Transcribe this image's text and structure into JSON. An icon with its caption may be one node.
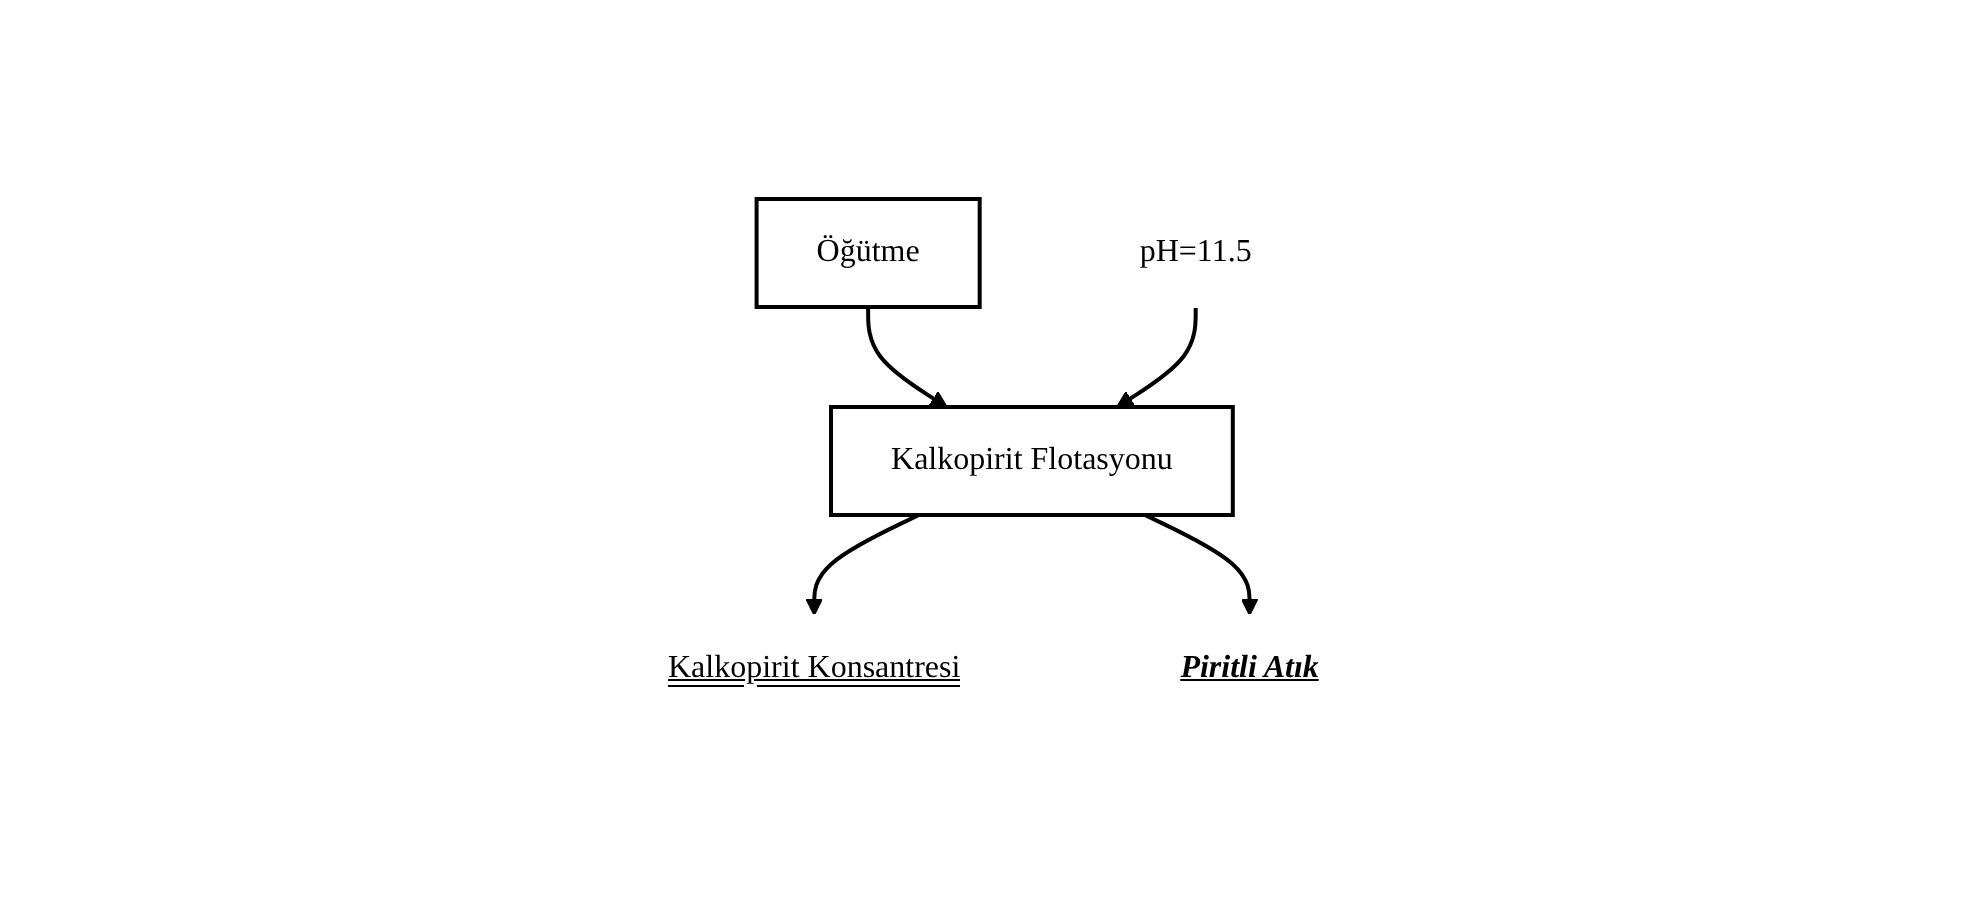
{
  "diagram": {
    "nodes": [
      {
        "text": [
          "Öğütme"
        ]
      },
      {
        "text": [
          "Kalkopirit Flotasyonu"
        ]
      },
      {
        "text": [
          "pH=11.5"
        ]
      },
      {
        "text": [
          "Kalkopirit Konsantresi"
        ]
      },
      {
        "text": [
          "Piritli Atık"
        ]
      }
    ],
    "edges": [
      {
        "from": 0,
        "to": 1,
        "arrow": "to"
      },
      {
        "from": 2,
        "to": 1,
        "arrow": "to"
      },
      {
        "from": 1,
        "to": 3,
        "arrow": "to"
      },
      {
        "from": 1,
        "to": 4,
        "arrow": "to"
      }
    ]
  }
}
